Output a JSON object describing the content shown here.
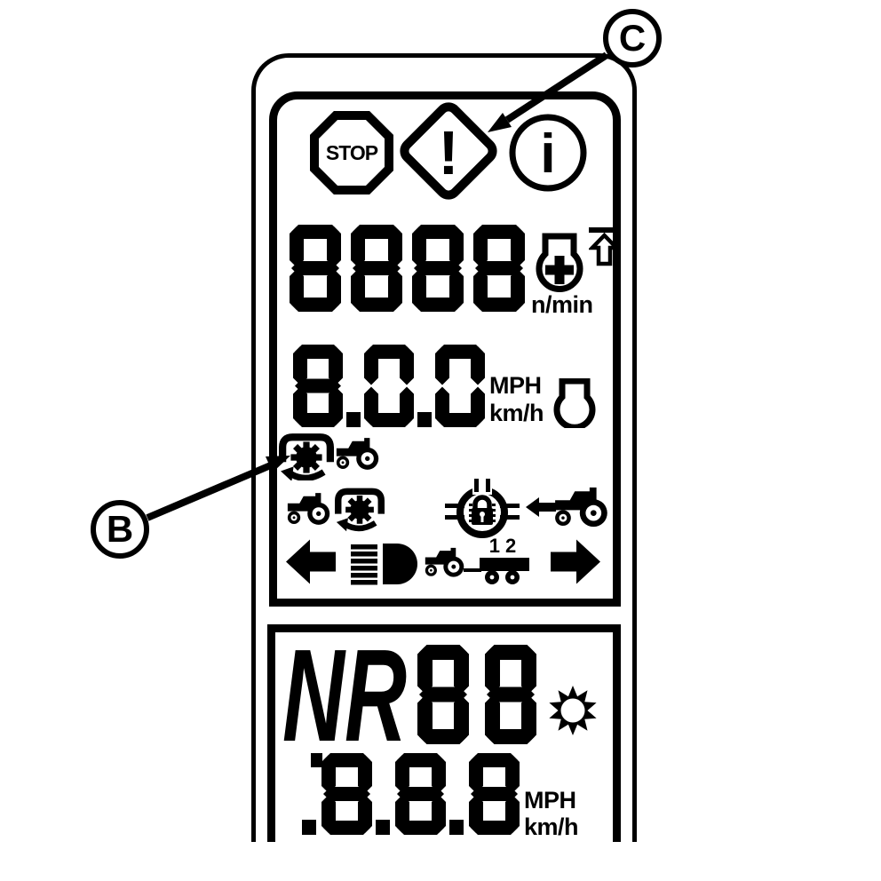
{
  "illustration": {
    "callouts": {
      "b_label": "B",
      "c_label": "C"
    },
    "upper_panel": {
      "stop_label": "STOP",
      "warning_glyph": "!",
      "info_glyph": "i",
      "rpm": {
        "value": "8888",
        "unit": "n/min"
      },
      "speed": {
        "value": "8.0.0",
        "unit_primary": "MPH",
        "unit_secondary": "km/h"
      },
      "trailer_label": "1 2"
    },
    "lower_panel": {
      "gear_prefix": "NR",
      "gear_value": "88",
      "speed": {
        "value": "'.8.8.8",
        "unit_primary": "MPH",
        "unit_secondary": "km/h"
      }
    },
    "icons": [
      "stop-sign-icon",
      "warning-diamond-icon",
      "info-circle-icon",
      "rear-pto-engaged-icon",
      "hitch-raised-icon",
      "pto-outline-icon",
      "gear-rotation-bracket-icon",
      "tractor-icon",
      "differential-lock-icon",
      "reverse-direction-icon",
      "left-turn-signal-icon",
      "high-beam-icon",
      "tractor-trailer-icon",
      "right-turn-signal-icon",
      "sun-gear-icon"
    ],
    "colors": {
      "ink": "#000000",
      "background": "#ffffff"
    }
  }
}
